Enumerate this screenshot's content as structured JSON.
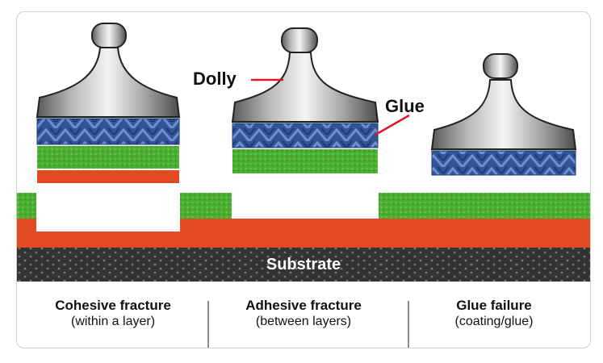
{
  "labels": {
    "dolly": "Dolly",
    "glue": "Glue",
    "substrate": "Substrate"
  },
  "captions": [
    {
      "title": "Cohesive fracture",
      "subtitle": "(within a layer)"
    },
    {
      "title": "Adhesive fracture",
      "subtitle": "(between layers)"
    },
    {
      "title": "Glue failure",
      "subtitle": "(coating/glue)"
    }
  ],
  "colors": {
    "green": "#4caf31",
    "red_orange": "#e24a22",
    "glue_blue": "#2f5597",
    "substrate": "#2f2f2f",
    "callout": "#e0162b"
  }
}
